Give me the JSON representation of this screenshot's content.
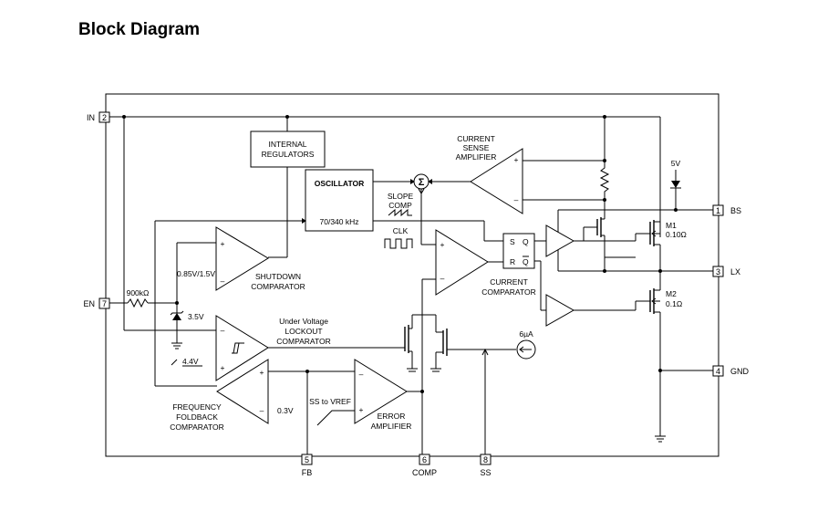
{
  "title": "Block Diagram",
  "pins": {
    "in": {
      "name": "IN",
      "num": "2"
    },
    "en": {
      "name": "EN",
      "num": "7"
    },
    "bs": {
      "name": "BS",
      "num": "1"
    },
    "lx": {
      "name": "LX",
      "num": "3"
    },
    "gnd": {
      "name": "GND",
      "num": "4"
    },
    "fb": {
      "name": "FB",
      "num": "5"
    },
    "comp": {
      "name": "COMP",
      "num": "6"
    },
    "ss": {
      "name": "SS",
      "num": "8"
    }
  },
  "blocks": {
    "internal_regulators": [
      "INTERNAL",
      "REGULATORS"
    ],
    "oscillator": {
      "name": "OSCILLATOR",
      "freq": "70/340 kHz"
    },
    "current_sense_amp": [
      "CURRENT",
      "SENSE",
      "AMPLIFIER"
    ],
    "slope_comp": [
      "SLOPE",
      "COMP"
    ],
    "clk": "CLK",
    "shutdown_comp": [
      "SHUTDOWN",
      "COMPARATOR"
    ],
    "uvlo_comp": [
      "Under Voltage",
      "LOCKOUT",
      "COMPARATOR"
    ],
    "current_comp": [
      "CURRENT",
      "COMPARATOR"
    ],
    "freq_foldback": [
      "FREQUENCY",
      "FOLDBACK",
      "COMPARATOR"
    ],
    "error_amp": [
      "ERROR",
      "AMPLIFIER"
    ],
    "ss_to_vref": "SS to VREF",
    "sum_symbol": "Σ",
    "latch": {
      "s": "S",
      "r": "R",
      "q": "Q",
      "qbar": "Q"
    }
  },
  "values": {
    "shutdown_ref": "0.85V/1.5V",
    "resistor_en": "900kΩ",
    "zener": "3.5V",
    "uvlo_ref": "4.4V",
    "foldback_ref": "0.3V",
    "vdd": "5V",
    "current_source": "6µA",
    "m1": {
      "name": "M1",
      "rds": "0.10Ω"
    },
    "m2": {
      "name": "M2",
      "rds": "0.1Ω"
    }
  }
}
